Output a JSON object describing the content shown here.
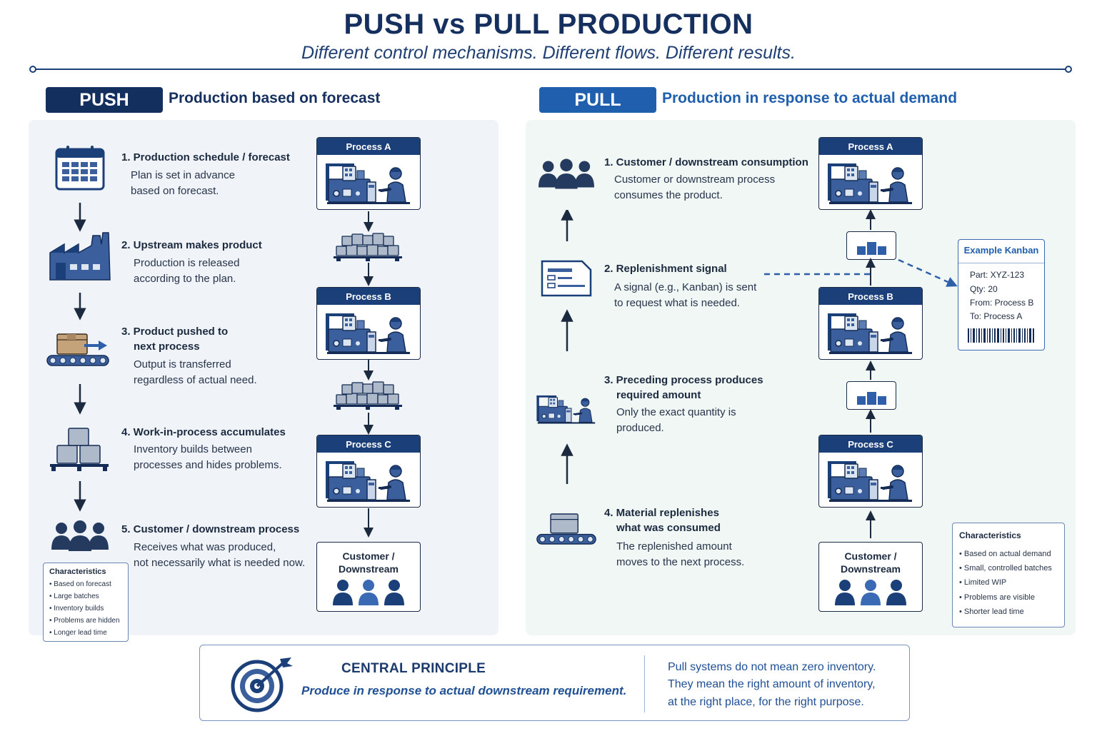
{
  "header": {
    "title": "PUSH vs PULL PRODUCTION",
    "subtitle": "Different control mechanisms. Different flows. Different results."
  },
  "push": {
    "tag": "PUSH",
    "subtitle": "Production based on forecast",
    "steps": [
      {
        "title": "1. Production schedule / forecast",
        "desc": [
          "Plan is set in advance",
          "based on forecast."
        ],
        "icon": "calendar-icon"
      },
      {
        "title": "2. Upstream makes product",
        "desc": [
          "Production is released",
          "according to the plan."
        ],
        "icon": "factory-icon"
      },
      {
        "title": "3. Product pushed to",
        "title2": "next process",
        "desc": [
          "Output is transferred",
          "regardless of actual need."
        ],
        "icon": "conveyor-box-icon"
      },
      {
        "title": "4. Work-in-process accumulates",
        "desc": [
          "Inventory builds between",
          "processes and hides problems."
        ],
        "icon": "stacked-boxes-icon"
      },
      {
        "title": "5. Customer / downstream process",
        "desc": [
          "Receives what was produced,",
          "not necessarily what is needed now."
        ],
        "icon": "people-icon"
      }
    ],
    "flow": {
      "process_a": "Process A",
      "process_b": "Process B",
      "process_c": "Process C",
      "customer": [
        "Customer /",
        "Downstream"
      ]
    },
    "characteristics": {
      "title": "Characteristics",
      "items": [
        "Based on forecast",
        "Large batches",
        "Inventory builds",
        "Problems are hidden",
        "Longer lead time"
      ]
    }
  },
  "pull": {
    "tag": "PULL",
    "subtitle": "Production in response to actual demand",
    "steps": [
      {
        "title": "1. Customer / downstream consumption",
        "desc": [
          "Customer or downstream process",
          "consumes the product."
        ],
        "icon": "people-icon"
      },
      {
        "title": "2. Replenishment signal",
        "desc": [
          "A signal (e.g., Kanban) is sent",
          "to request what is needed."
        ],
        "icon": "kanban-card-icon"
      },
      {
        "title": "3. Preceding process produces",
        "title2": "required amount",
        "desc": [
          "Only the exact quantity is",
          "produced."
        ],
        "icon": "machine-operator-icon"
      },
      {
        "title": "4. Material replenishes",
        "title2": "what was consumed",
        "desc": [
          "The replenished amount",
          "moves to the next process."
        ],
        "icon": "conveyor-box-icon"
      }
    ],
    "flow": {
      "process_a": "Process A",
      "process_b": "Process B",
      "process_c": "Process C",
      "customer": [
        "Customer /",
        "Downstream"
      ]
    },
    "kanban": {
      "title": "Example Kanban",
      "lines": [
        "Part: XYZ-123",
        "Qty: 20",
        "From: Process B",
        "To: Process A"
      ]
    },
    "characteristics": {
      "title": "Characteristics",
      "items": [
        "Based on actual demand",
        "Small, controlled batches",
        "Limited WIP",
        "Problems are visible",
        "Shorter lead time"
      ]
    }
  },
  "principle": {
    "title": "CENTRAL PRINCIPLE",
    "text": "Produce in response to actual downstream requirement.",
    "note": [
      "Pull systems do not mean zero inventory.",
      "They mean the right amount of inventory,",
      "at the right place, for the right purpose."
    ]
  },
  "colors": {
    "navy": "#132f5e",
    "blue": "#1f5fad",
    "icon_blue": "#3a5f9c",
    "push_panel": "#f0f4f9",
    "pull_panel": "#f1f7f5"
  }
}
